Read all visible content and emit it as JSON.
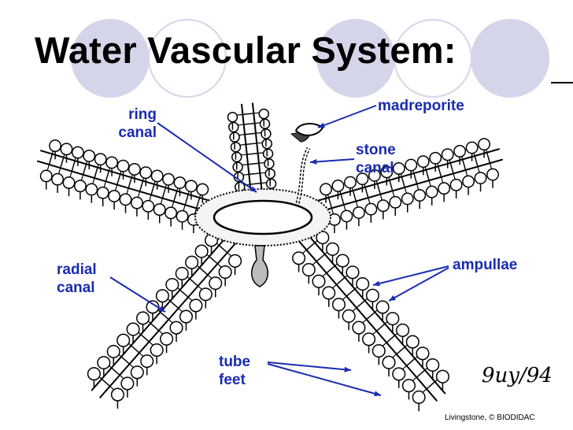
{
  "title": "Water Vascular System:",
  "labels": {
    "ring_canal": [
      "ring",
      "canal"
    ],
    "madreporite": "madreporite",
    "stone_canal": [
      "stone",
      "canal"
    ],
    "radial_canal": [
      "radial",
      "canal"
    ],
    "ampullae": "ampullae",
    "tube_feet": [
      "tube",
      "feet"
    ]
  },
  "signature": "9uy/94",
  "credit": "Livingstone, © BIODIDAC",
  "colors": {
    "label_blue": "#1a2bb0",
    "decor_lavender": "#d5d5ea",
    "ink": "#000000"
  }
}
